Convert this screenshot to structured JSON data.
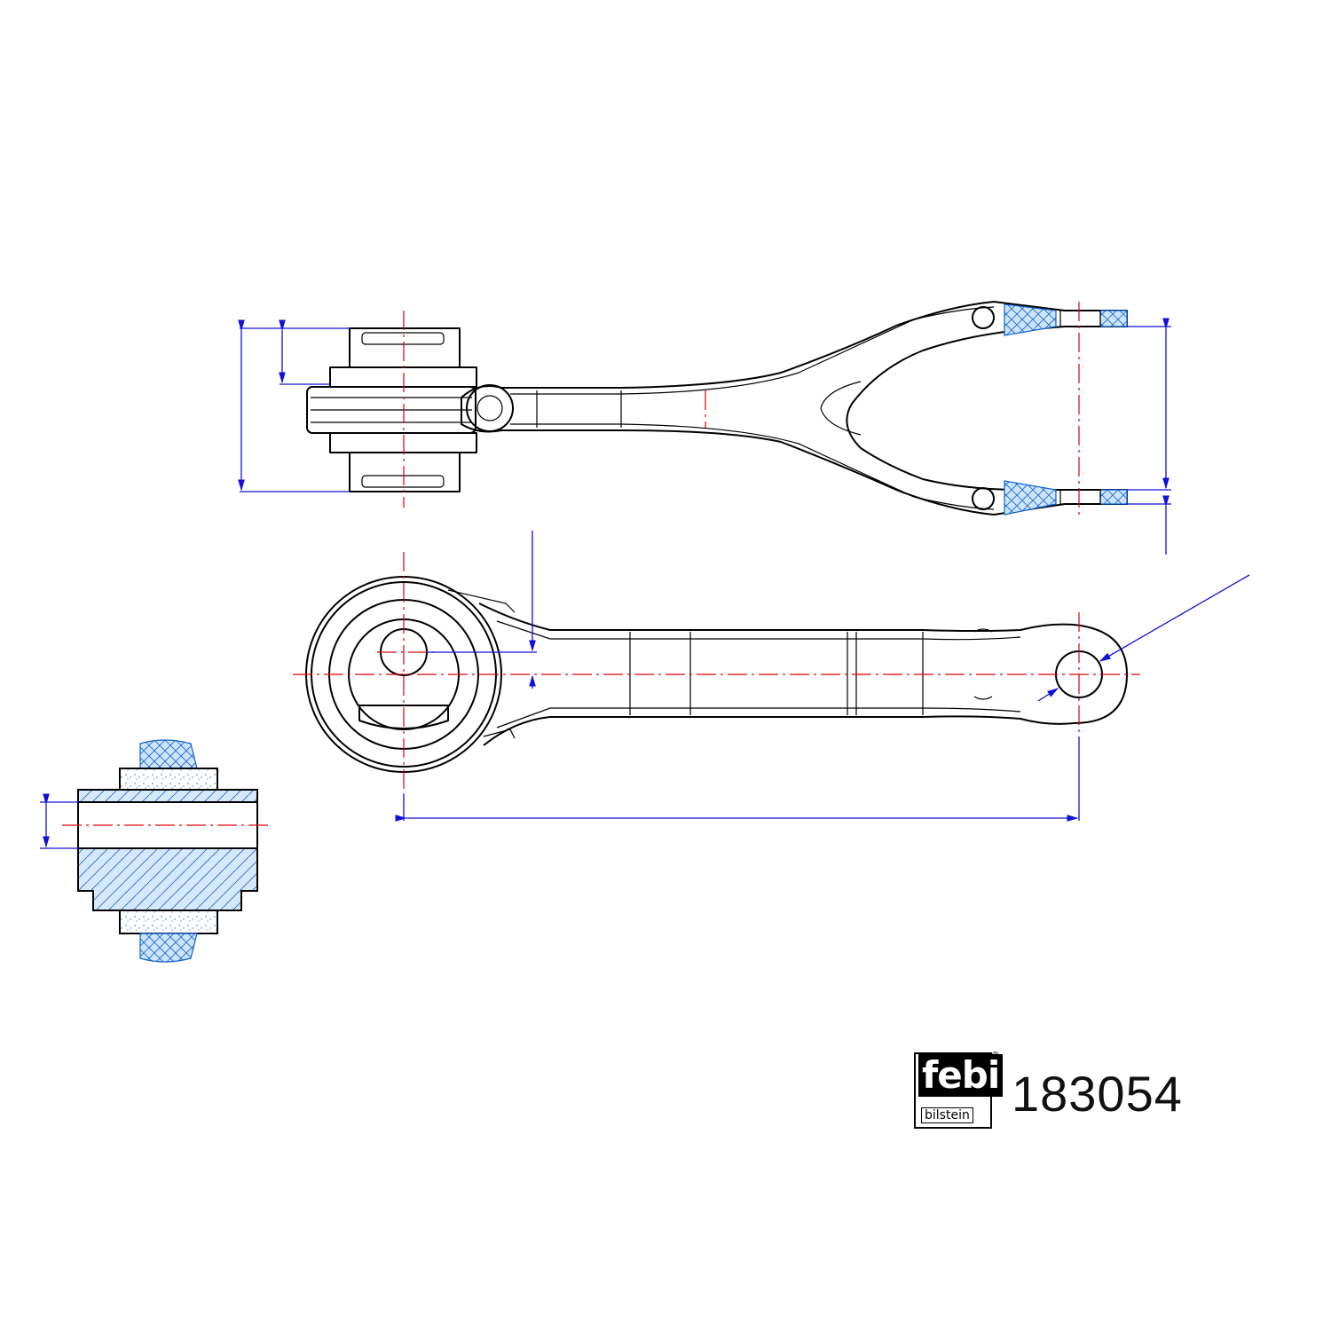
{
  "brand": {
    "logo_word": "febi",
    "logo_sub": "bilstein",
    "registered_mark": "®"
  },
  "part_number": "183054",
  "views": {
    "top": "top-view",
    "side": "side-view",
    "section": "bushing-section"
  },
  "colors": {
    "outline": "#000000",
    "centerline": "#e0000a",
    "dimension": "#1010d8",
    "hatch": "#1060d0"
  }
}
